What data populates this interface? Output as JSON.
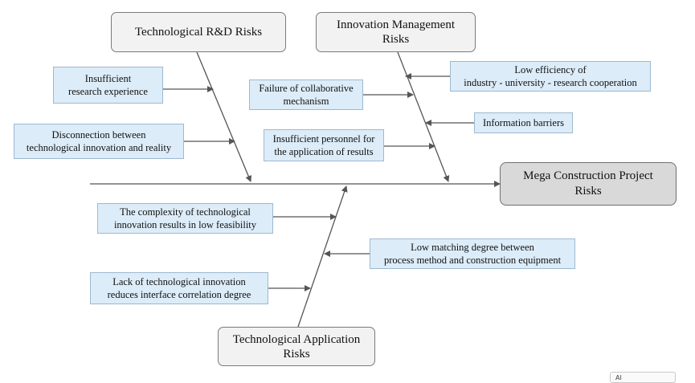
{
  "head": {
    "label": "Mega Construction Project\nRisks"
  },
  "categories": [
    {
      "id": "rd",
      "label": "Technological R&D Risks"
    },
    {
      "id": "im",
      "label": "Innovation Management\nRisks"
    },
    {
      "id": "ta",
      "label": "Technological Application\nRisks"
    }
  ],
  "causes": {
    "rd_1": "Insufficient\nresearch experience",
    "rd_2": "Disconnection between\ntechnological innovation and reality",
    "im_1": "Low efficiency of\nindustry - university - research cooperation",
    "im_2": "Failure of collaborative\nmechanism",
    "im_3": "Information barriers",
    "im_4": "Insufficient personnel for\nthe application of results",
    "ta_1": "The complexity of technological\ninnovation results in low feasibility",
    "ta_2": "Low matching degree between\nprocess method and construction equipment",
    "ta_3": "Lack of technological innovation\nreduces interface correlation degree"
  },
  "overlay": {
    "label": "AI"
  },
  "colors": {
    "line": "#555555",
    "cause_fill": "#dcecf8",
    "category_fill": "#f2f2f2",
    "head_fill": "#d9d9d9"
  }
}
